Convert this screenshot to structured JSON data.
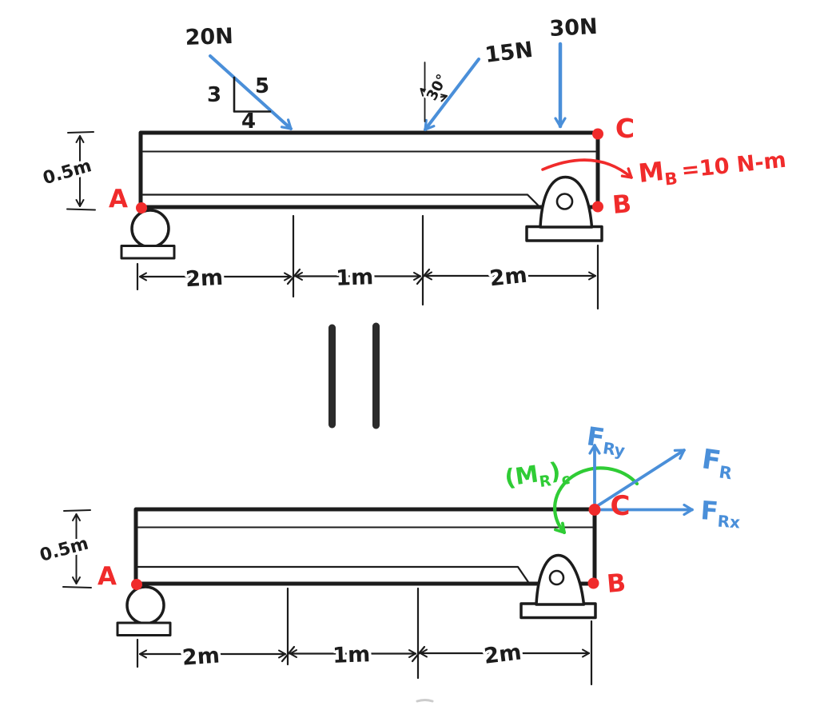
{
  "colors": {
    "force_blue": "#4a8fd9",
    "annotation_red": "#f02b2b",
    "moment_green": "#2fcc35",
    "ink_black": "#1c1c1c"
  },
  "top": {
    "force_20": {
      "label": "20N"
    },
    "slope_triangle": {
      "opposite": "3",
      "hypotenuse": "5",
      "adjacent": "4"
    },
    "force_15": {
      "label": "15N",
      "angle": "30°"
    },
    "force_30": {
      "label": "30N"
    },
    "moment_b": {
      "m": "M",
      "sub": "B",
      "value": "=10 N-m"
    },
    "height_dim": "0.5m",
    "points": {
      "a": "A",
      "b": "B",
      "c": "C"
    },
    "dims": {
      "left": "2m",
      "mid": "1m",
      "right": "2m"
    }
  },
  "equivalence": {
    "icon": "equals"
  },
  "bottom": {
    "height_dim": "0.5m",
    "points": {
      "a": "A",
      "b": "B",
      "c": "C"
    },
    "dims": {
      "left": "2m",
      "mid": "1m",
      "right": "2m"
    },
    "resultant_fy": {
      "f": "F",
      "sub": "Ry"
    },
    "resultant_f": {
      "f": "F",
      "sub": "R"
    },
    "resultant_fx": {
      "f": "F",
      "sub": "Rx"
    },
    "resultant_moment": {
      "open": "(M",
      "sub_r": "R",
      "close": ")",
      "sub_c": "c"
    }
  }
}
